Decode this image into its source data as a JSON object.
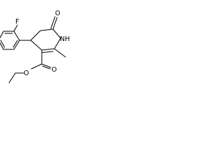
{
  "structure": {
    "atoms": {
      "fluorine": "F",
      "ring_oxygen": "O",
      "nitrogen_h": "NH",
      "ester_carbonyl_oxygen": "O",
      "ester_ether_oxygen": "O"
    },
    "colors": {
      "ink": "#000000",
      "background": "#ffffff"
    }
  }
}
